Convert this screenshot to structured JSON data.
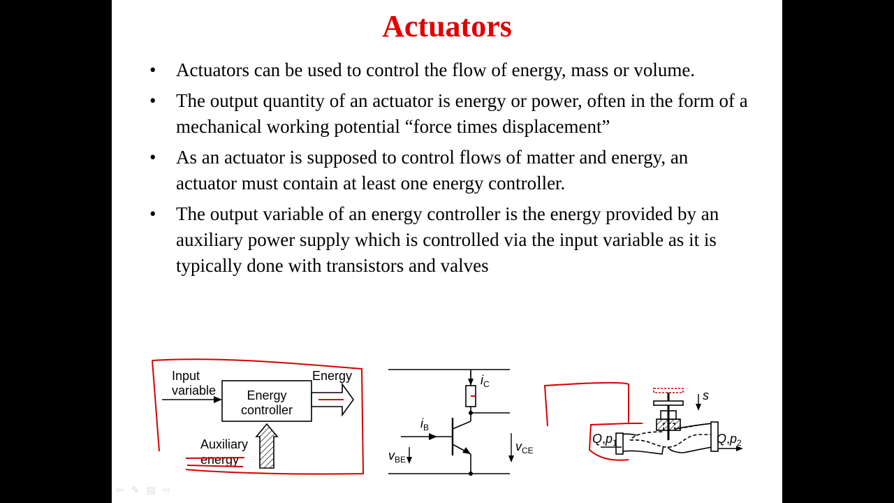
{
  "slide": {
    "title": "Actuators",
    "bullets": [
      "Actuators can be used to control the flow of energy, mass or volume.",
      "The output quantity of an actuator is energy or power, often in the form of a mechanical working potential “force times displacement”",
      "As an actuator is supposed to control flows of matter and energy, an actuator must contain at least one energy controller.",
      "The output variable of an energy controller is the energy provided by an auxiliary power supply which is controlled via the input variable as it is typically done with transistors and valves"
    ]
  },
  "diagram1": {
    "input_line1": "Input",
    "input_line2": "variable",
    "output": "Energy",
    "box_line1": "Energy",
    "box_line2": "controller",
    "aux_line1": "Auxiliary",
    "aux_line2": "energy"
  },
  "diagram2": {
    "ic": "i",
    "ic_sub": "C",
    "ib": "i",
    "ib_sub": "B",
    "vce": "v",
    "vce_sub": "CE",
    "vbe": "v",
    "vbe_sub": "BE"
  },
  "diagram3": {
    "s": "s",
    "q1": "Q",
    "p1": "p",
    "p1_sub": "1",
    "q2": "Q",
    "p2": "p",
    "p2_sub": "2"
  },
  "colors": {
    "title": "#e00000",
    "annotation": "#d40000"
  },
  "nav_icons": [
    "back-arrow-icon",
    "pen-icon",
    "menu-icon",
    "forward-arrow-icon"
  ]
}
